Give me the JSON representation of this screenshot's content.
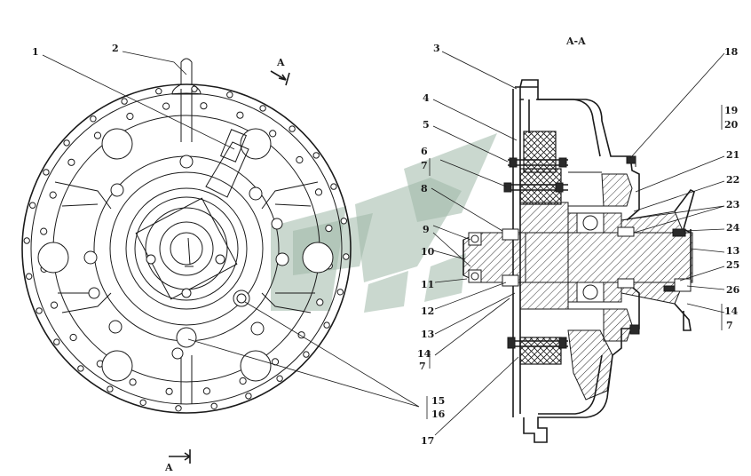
{
  "section_title": "A-A",
  "section_marks": {
    "top": "A",
    "bottom": "A"
  },
  "callouts": {
    "c1": "1",
    "c2": "2",
    "c3": "3",
    "c4": "4",
    "c5": "5",
    "c6_7a": "6",
    "c6_7b": "7",
    "c8": "8",
    "c9": "9",
    "c10": "10",
    "c11": "11",
    "c12": "12",
    "c13a": "13",
    "c14_7a": "14",
    "c14_7b": "7",
    "c15_16a": "15",
    "c15_16b": "16",
    "c17": "17",
    "c18": "18",
    "c19_20a": "19",
    "c19_20b": "20",
    "c21": "21",
    "c22": "22",
    "c23": "23",
    "c24": "24",
    "c13b": "13",
    "c25": "25",
    "c26": "26",
    "c14_7c": "14",
    "c14_7d": "7"
  },
  "colors": {
    "line": "#1a1a1a",
    "watermark": "#9fb8a8"
  }
}
